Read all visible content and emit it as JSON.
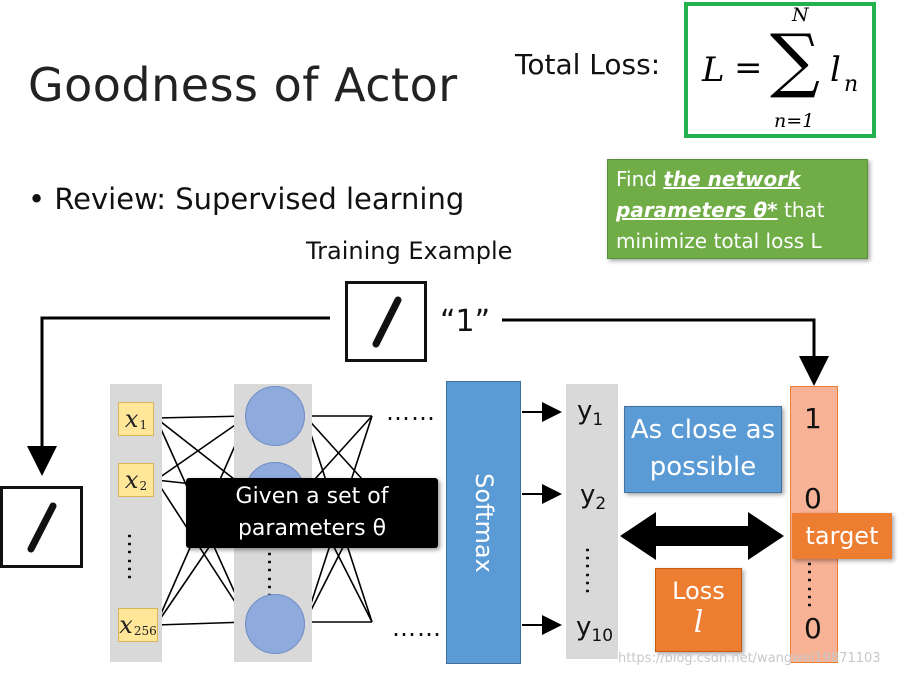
{
  "slide": {
    "title": "Goodness of Actor",
    "bullet": "• Review: Supervised learning",
    "training_example": "Training Example",
    "total_loss_label": "Total Loss:",
    "formula": {
      "lhs": "L",
      "eq": "=",
      "sum_upper": "N",
      "sum_lower": "n=1",
      "term": "l",
      "term_sub": "n"
    },
    "find_box": {
      "line1_pre": "Find ",
      "line1_em": "the network",
      "line2_em": "parameters θ*",
      "line2_post": " that",
      "line3": "minimize total loss L"
    },
    "label_quote": "“1”",
    "inputs": [
      {
        "base": "x",
        "sub": "1"
      },
      {
        "base": "x",
        "sub": "2"
      },
      {
        "base": "x",
        "sub": "256"
      }
    ],
    "vdots": "……",
    "hdots": "……",
    "given_box": {
      "line1": "Given a set of",
      "line2": "parameters θ"
    },
    "softmax": "Softmax",
    "outputs": [
      {
        "base": "y",
        "sub": "1"
      },
      {
        "base": "y",
        "sub": "2"
      },
      {
        "base": "y",
        "sub": "10"
      }
    ],
    "close_box": {
      "line1": "As close as",
      "line2": "possible"
    },
    "loss_box": {
      "line1": "Loss",
      "line2": "l"
    },
    "target_values": [
      "1",
      "0",
      "0"
    ],
    "target_label": "target",
    "watermark": "https://blog.csdn.net/wangwei19871103"
  },
  "colors": {
    "green_border": "#22b14c",
    "green_box": "#70ad47",
    "blue": "#5b9bd5",
    "neuron": "#8faadc",
    "orange": "#ed7d31",
    "peach": "#f8b296",
    "gray_col": "#d9d9d9",
    "yellow": "#ffe699"
  }
}
